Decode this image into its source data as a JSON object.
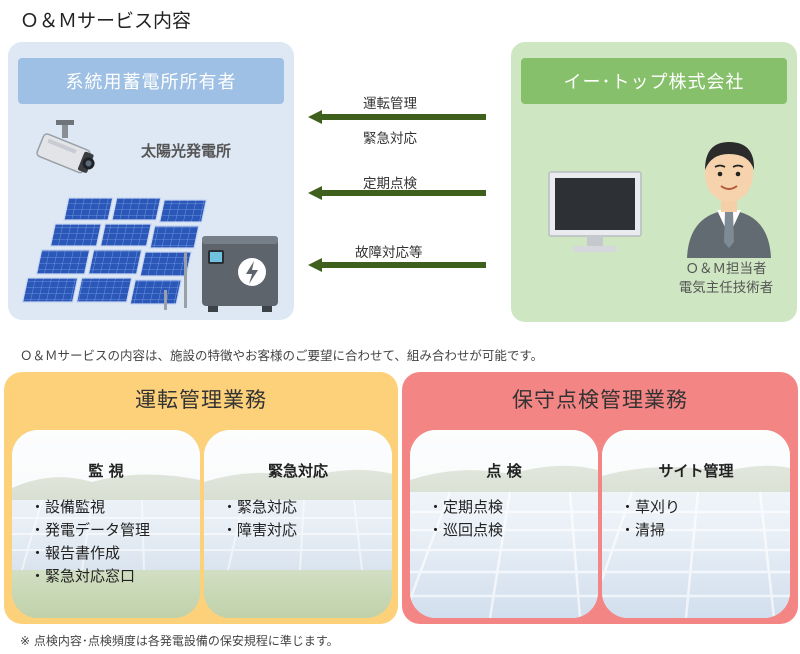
{
  "title": "Ｏ＆Ｍサービス内容",
  "owner": {
    "header": "系統用蓄電所所有者",
    "plant_label": "太陽光発電所"
  },
  "company": {
    "header": "イー･トップ株式会社",
    "staff_line1": "Ｏ＆Ｍ担当者",
    "staff_line2": "電気主任技術者"
  },
  "arrows": {
    "a1_line1": "運転管理",
    "a1_line2": "緊急対応",
    "a2": "定期点検",
    "a3": "故障対応等"
  },
  "intro": "Ｏ＆Ｍサービスの内容は、施設の特徴やお客様のご要望に合わせて、組み合わせが可能です。",
  "ops": {
    "title": "運転管理業務",
    "card1": {
      "title": "監 視",
      "items": [
        "設備監視",
        "発電データ管理",
        "報告書作成",
        "緊急対応窓口"
      ]
    },
    "card2": {
      "title": "緊急対応",
      "items": [
        "緊急対応",
        "障害対応"
      ]
    }
  },
  "maint": {
    "title": "保守点検管理業務",
    "card1": {
      "title": "点 検",
      "items": [
        "定期点検",
        "巡回点検"
      ]
    },
    "card2": {
      "title": "サイト管理",
      "items": [
        "草刈り",
        "清掃"
      ]
    }
  },
  "footnote": "※ 点検内容･点検頻度は各発電設備の保安規程に準じます。",
  "colors": {
    "owner_panel": "#dde8f4",
    "owner_header": "#9dc0e4",
    "company_panel": "#cfe6c2",
    "company_header": "#86c06a",
    "ops_panel": "#fdd07a",
    "maint_panel": "#f48585",
    "arrow": "#3f5f1d"
  }
}
